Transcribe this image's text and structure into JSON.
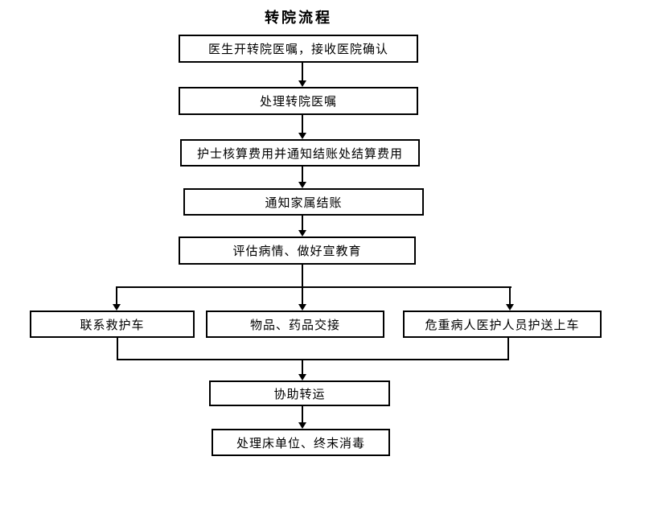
{
  "title": "转院流程",
  "flowchart": {
    "type": "flowchart",
    "main_steps": [
      {
        "id": "step-1",
        "label": "医生开转院医嘱，接收医院确认"
      },
      {
        "id": "step-2",
        "label": "处理转院医嘱"
      },
      {
        "id": "step-3",
        "label": "护士核算费用并通知结账处结算费用"
      },
      {
        "id": "step-4",
        "label": "通知家属结账"
      },
      {
        "id": "step-5",
        "label": "评估病情、做好宣教育"
      }
    ],
    "parallel_steps": [
      {
        "id": "branch-left",
        "label": "联系救护车"
      },
      {
        "id": "branch-middle",
        "label": "物品、药品交接"
      },
      {
        "id": "branch-right",
        "label": "危重病人医护人员护送上车"
      }
    ],
    "final_steps": [
      {
        "id": "step-6",
        "label": "协助转运"
      },
      {
        "id": "step-7",
        "label": "处理床单位、终末消毒"
      }
    ]
  },
  "colors": {
    "background": "#ffffff",
    "box_border": "#000000",
    "connector": "#000000",
    "text": "#000000"
  }
}
